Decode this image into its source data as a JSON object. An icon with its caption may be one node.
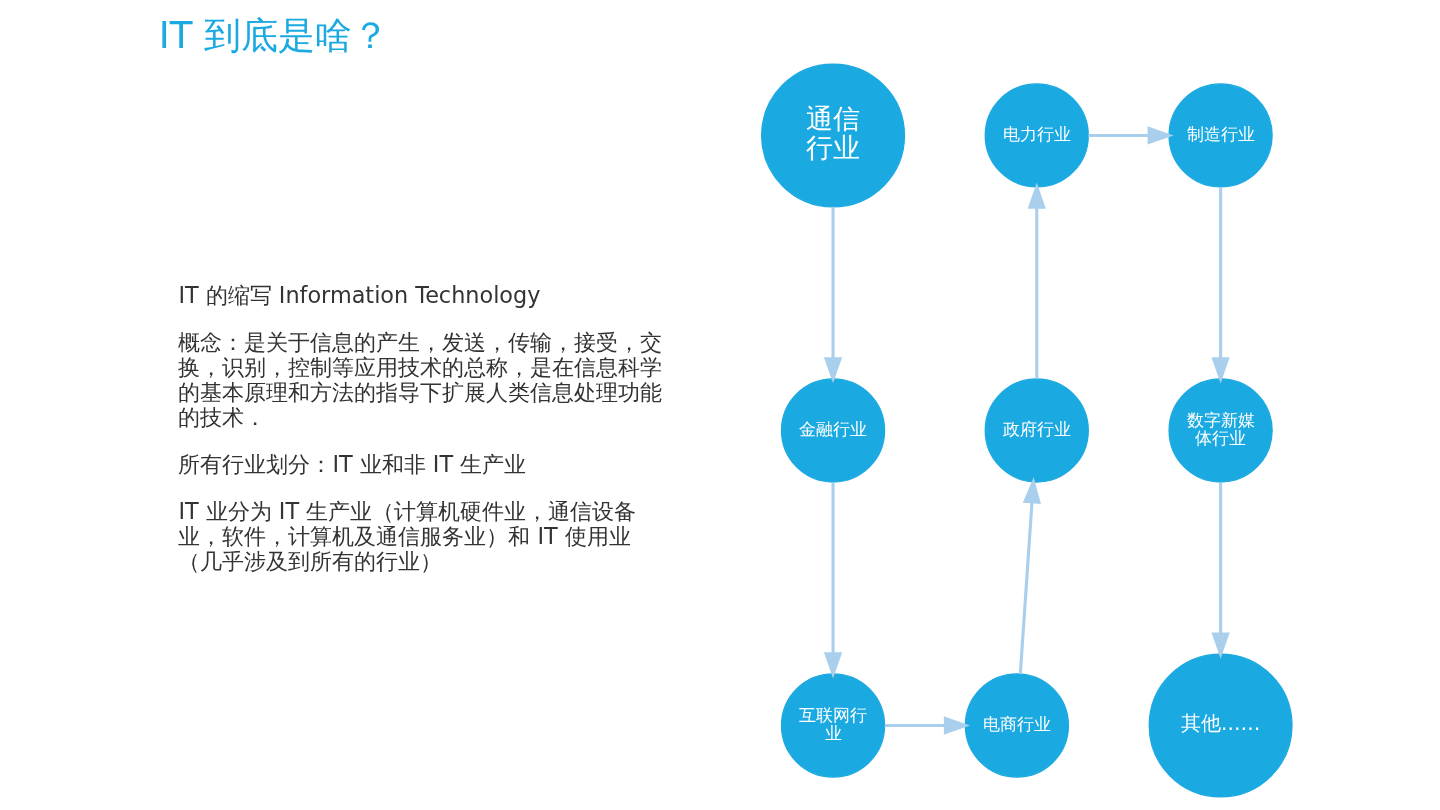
{
  "diagram": {
    "title": "IT 到底是啥？",
    "nodes": [
      {
        "text": [
          "通信行业"
        ]
      },
      {
        "text": [
          "金融行业"
        ]
      },
      {
        "text": [
          "互联网行业"
        ]
      },
      {
        "text": [
          "电商行业"
        ]
      },
      {
        "text": [
          "政府行业"
        ]
      },
      {
        "text": [
          "电力行业"
        ]
      },
      {
        "text": [
          "制造行业"
        ]
      },
      {
        "text": [
          "数字新媒体行业"
        ]
      },
      {
        "text": [
          "其他……"
        ]
      }
    ],
    "edges": [
      {
        "from": 0,
        "to": 1,
        "arrow": "to"
      },
      {
        "from": 1,
        "to": 2,
        "arrow": "to"
      },
      {
        "from": 2,
        "to": 3,
        "arrow": "to"
      },
      {
        "from": 3,
        "to": 4,
        "arrow": "to"
      },
      {
        "from": 4,
        "to": 5,
        "arrow": "to"
      },
      {
        "from": 5,
        "to": 6,
        "arrow": "to"
      },
      {
        "from": 6,
        "to": 7,
        "arrow": "to"
      },
      {
        "from": 7,
        "to": 8,
        "arrow": "to"
      }
    ],
    "labels": [
      "IT 的缩写 Information Technology",
      "概念：是关于信息的产生，发送，传输，接受，交换，识别，控制等应用技术的总称，是在信息科学的基本原理和方法的指导下扩展人类信息处理功能的技术．",
      "所有行业划分：IT 业和非 IT 生产业",
      "IT 业分为 IT 生产业（计算机硬件业，通信设备业，软件，计算机及通信服务业）和 IT 使用业（几乎涉及到所有的行业）"
    ]
  }
}
